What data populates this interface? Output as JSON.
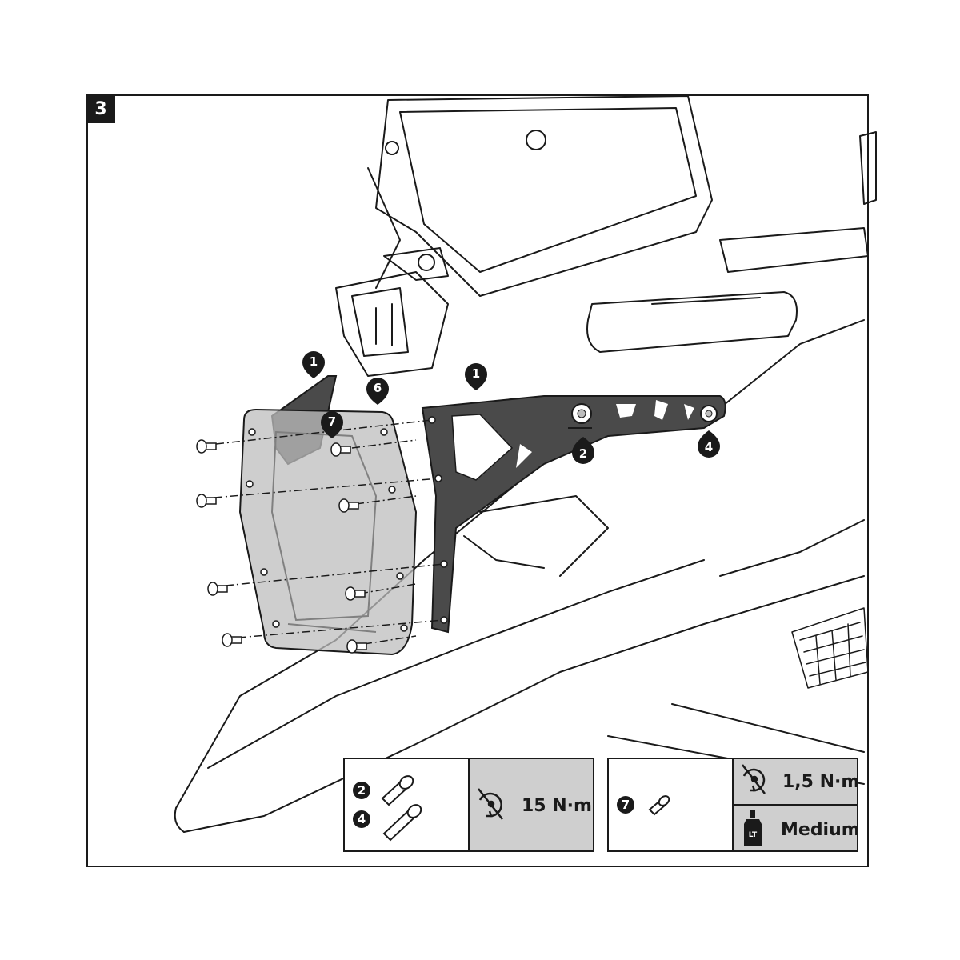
{
  "step": {
    "number": "3"
  },
  "callouts": {
    "c1_left": "1",
    "c1_right": "1",
    "c6": "6",
    "c7": "7",
    "c2": "2",
    "c4": "4"
  },
  "legend": {
    "box1": {
      "item_a": "2",
      "item_b": "4",
      "torque": "15 N·m"
    },
    "box2": {
      "item": "7",
      "torque": "1,5 N·m",
      "loctite_label": "LT",
      "threadlock": "Medium"
    }
  },
  "colors": {
    "line": "#1a1a1a",
    "shield": "#bdbdbd",
    "bracket": "#4a4a4a",
    "legend_fill": "#cfcfcf"
  },
  "icons": [
    "torque-wrench-icon",
    "threadlocker-bottle-icon",
    "screw-icon"
  ]
}
